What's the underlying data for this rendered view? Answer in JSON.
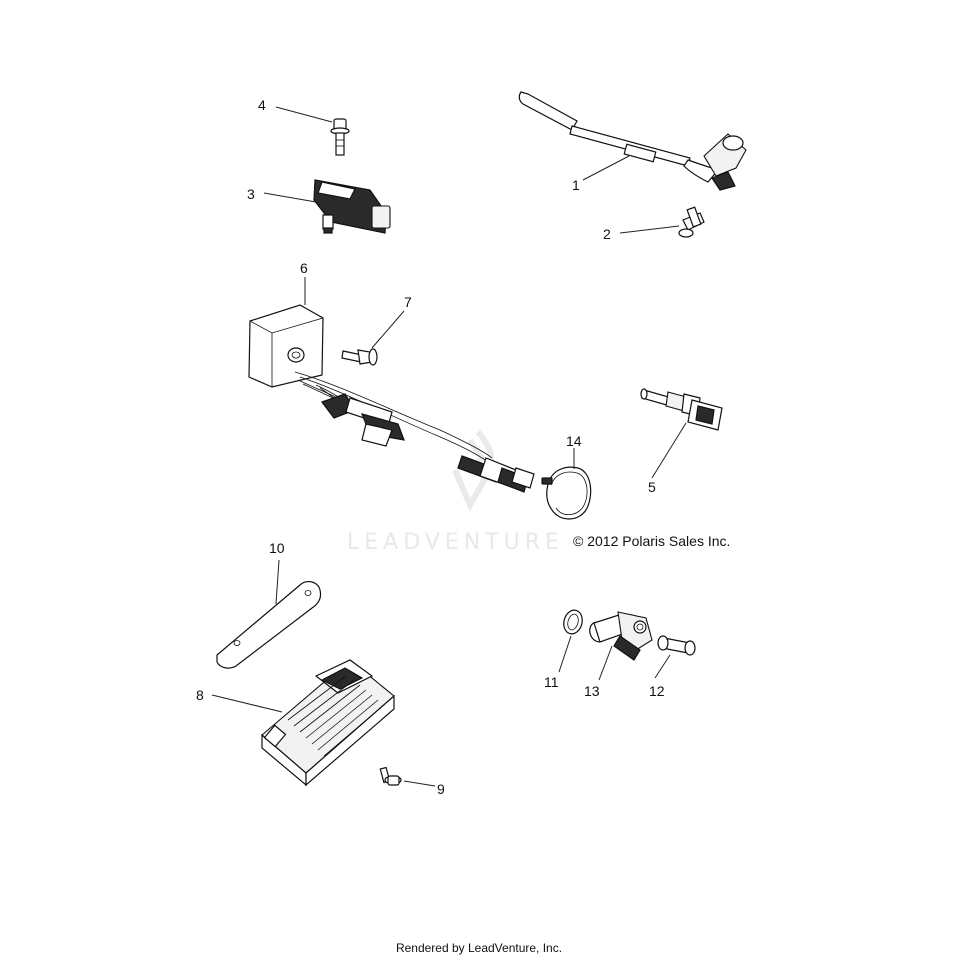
{
  "diagram": {
    "callouts": {
      "c1": "1",
      "c2": "2",
      "c3": "3",
      "c4": "4",
      "c5": "5",
      "c6": "6",
      "c7": "7",
      "c8": "8",
      "c9": "9",
      "c10": "10",
      "c11": "11",
      "c12": "12",
      "c13": "13",
      "c14": "14"
    },
    "copyright": "© 2012 Polaris Sales Inc.",
    "watermark": "LEADVENTURE",
    "footer": "Rendered by LeadVenture, Inc."
  }
}
